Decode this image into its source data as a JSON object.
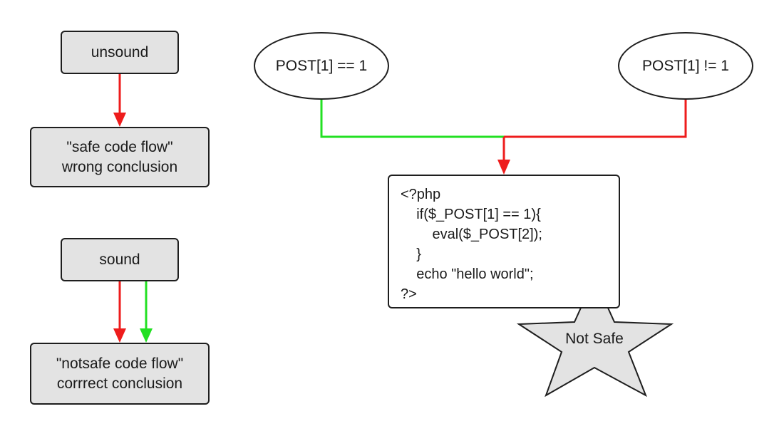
{
  "legend": {
    "unsound": {
      "label": "unsound",
      "result_line1": "\"safe code flow\"",
      "result_line2": "wrong conclusion"
    },
    "sound": {
      "label": "sound",
      "result_line1": "\"notsafe code flow\"",
      "result_line2": "corrrect conclusion"
    }
  },
  "conditions": {
    "left": "POST[1] == 1",
    "right": "POST[1] != 1"
  },
  "code": {
    "lines": [
      "<?php",
      "    if($_POST[1] == 1){",
      "        eval($_POST[2]);",
      "    }",
      "    echo \"hello world\";",
      "?>"
    ]
  },
  "verdict": {
    "label": "Not Safe"
  },
  "colors": {
    "red_path": "#ee1c1c",
    "green_path": "#22e022",
    "box_fill": "#e3e3e3",
    "star_fill": "#e3e3e3",
    "outline": "#1e1e1e"
  }
}
